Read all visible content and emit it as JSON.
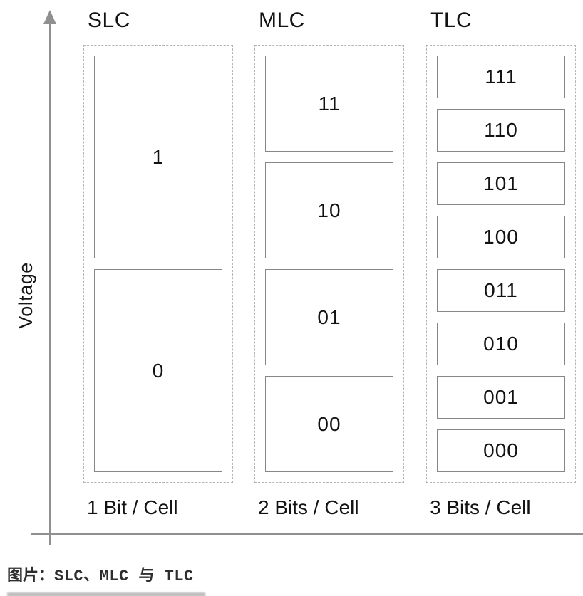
{
  "figure": {
    "y_axis_label": "Voltage",
    "columns": [
      {
        "title": "SLC",
        "bits_label": "1 Bit / Cell",
        "cells": [
          "1",
          "0"
        ]
      },
      {
        "title": "MLC",
        "bits_label": "2 Bits / Cell",
        "cells": [
          "11",
          "10",
          "01",
          "00"
        ]
      },
      {
        "title": "TLC",
        "bits_label": "3 Bits / Cell",
        "cells": [
          "111",
          "110",
          "101",
          "100",
          "011",
          "010",
          "001",
          "000"
        ]
      }
    ]
  },
  "caption": {
    "prefix": "图片：",
    "text": "SLC、MLC 与 TLC"
  },
  "colors": {
    "axis": "#909090",
    "cell_border": "#878787",
    "dashed_border": "#b4b4b4",
    "label_text": "#131313",
    "caption_text": "#2e2e2e",
    "background": "#ffffff"
  }
}
